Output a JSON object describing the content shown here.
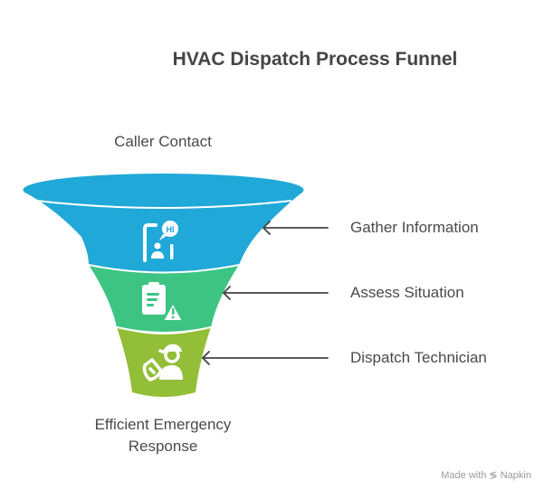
{
  "title": "HVAC Dispatch Process Funnel",
  "funnel": {
    "top_label": "Caller Contact",
    "bottom_label_line1": "Efficient Emergency",
    "bottom_label_line2": "Response",
    "stages": [
      {
        "label": "Gather Information",
        "icon": "person-speech-bubble-hi-icon",
        "color": "#20A8D8"
      },
      {
        "label": "Assess Situation",
        "icon": "clipboard-warning-icon",
        "color": "#3DC483"
      },
      {
        "label": "Dispatch Technician",
        "icon": "technician-icon",
        "color": "#93BE38"
      }
    ]
  },
  "footer": {
    "made_with": "Made with",
    "brand": "Napkin"
  }
}
